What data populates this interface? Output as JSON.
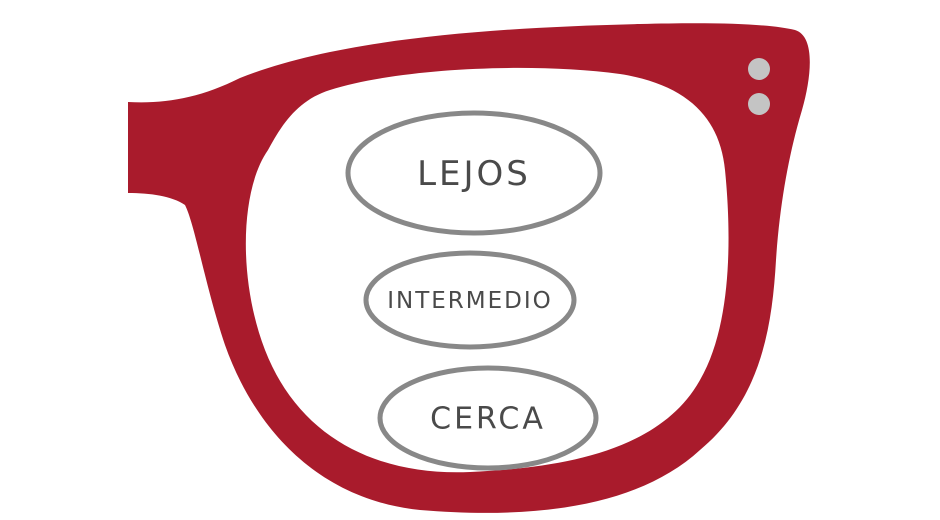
{
  "zones": {
    "far": {
      "label": "LEJOS"
    },
    "intermediate": {
      "label": "INTERMEDIO"
    },
    "near": {
      "label": "CERCA"
    }
  },
  "colors": {
    "frame": "#a91b2c",
    "rivets": "#c4c4c4",
    "zone_outline": "#888888",
    "zone_text": "#4a4a4a",
    "lens": "#ffffff"
  }
}
